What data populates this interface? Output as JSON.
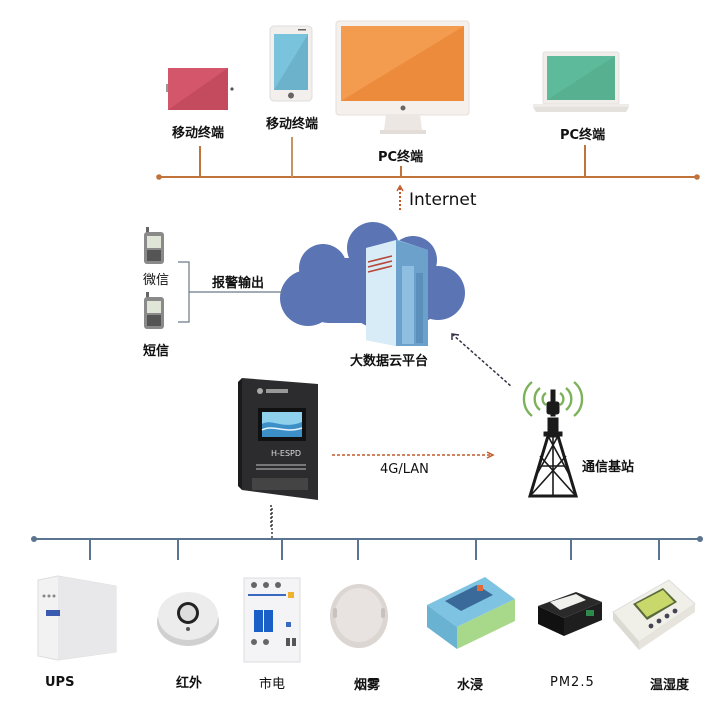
{
  "colors": {
    "top_bus": "#c0733a",
    "bottom_bus": "#5b7490",
    "cloud": "#5b74b3",
    "internet_arrow": "#c05a2a",
    "signal_green": "#7db25a",
    "tablet_red": "#d4566a",
    "phone_blue": "#7ac3dc",
    "monitor_orange": "#f0944a",
    "laptop_green": "#5dba9a"
  },
  "top_terminals": [
    {
      "icon": "tablet-icon",
      "label": "移动终端"
    },
    {
      "icon": "smartphone-icon",
      "label": "移动终端"
    },
    {
      "icon": "desktop-monitor-icon",
      "label": "PC终端"
    },
    {
      "icon": "laptop-icon",
      "label": "PC终端"
    }
  ],
  "internet": {
    "label": "Internet"
  },
  "cloud": {
    "label": "大数据云平台",
    "icon": "cloud-server-icon"
  },
  "alarm": {
    "label": "报警输出",
    "outputs": [
      {
        "icon": "mobile-phone-icon",
        "label": "微信"
      },
      {
        "icon": "mobile-phone-icon",
        "label": "短信"
      }
    ]
  },
  "device": {
    "name": "H-ESPD",
    "icon": "monitoring-host-icon"
  },
  "link": {
    "label": "4G/LAN"
  },
  "base_station": {
    "label": "通信基站",
    "icon": "cell-tower-icon"
  },
  "sensors": [
    {
      "icon": "ups-icon",
      "label": "UPS"
    },
    {
      "icon": "infrared-sensor-icon",
      "label": "红外"
    },
    {
      "icon": "circuit-breaker-icon",
      "label": "市电"
    },
    {
      "icon": "smoke-detector-icon",
      "label": "烟雾"
    },
    {
      "icon": "water-leak-module-icon",
      "label": "水浸"
    },
    {
      "icon": "pm25-sensor-icon",
      "label": "PM2.5"
    },
    {
      "icon": "temp-humidity-sensor-icon",
      "label": "温湿度"
    }
  ]
}
